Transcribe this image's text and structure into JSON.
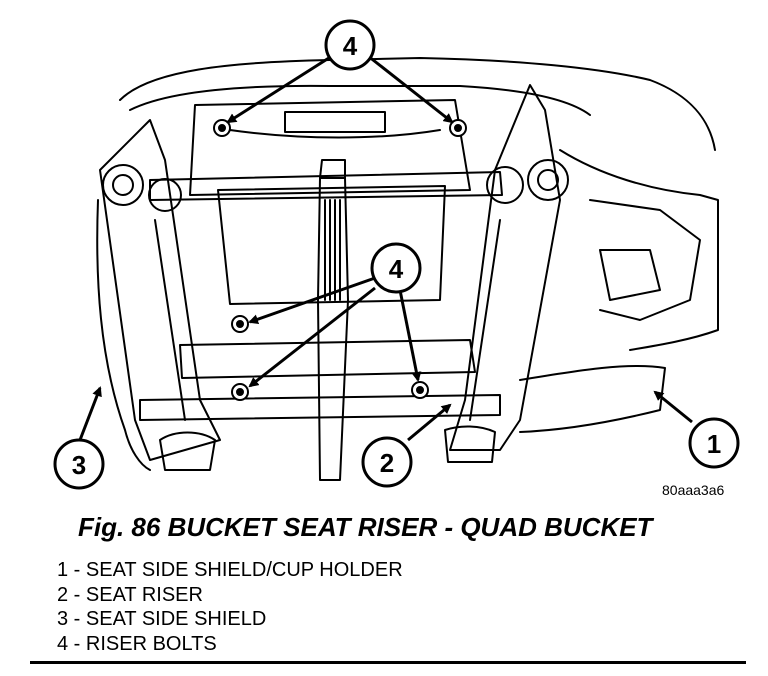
{
  "callouts": [
    {
      "number": "4"
    },
    {
      "number": "4"
    },
    {
      "number": "3"
    },
    {
      "number": "2"
    },
    {
      "number": "1"
    }
  ],
  "image_code": "80aaa3a6",
  "caption": "Fig. 86 BUCKET SEAT RISER - QUAD BUCKET",
  "legend": [
    "1 - SEAT SIDE SHIELD/CUP HOLDER",
    "2 - SEAT RISER",
    "3 - SEAT SIDE SHIELD",
    "4 - RISER BOLTS"
  ]
}
